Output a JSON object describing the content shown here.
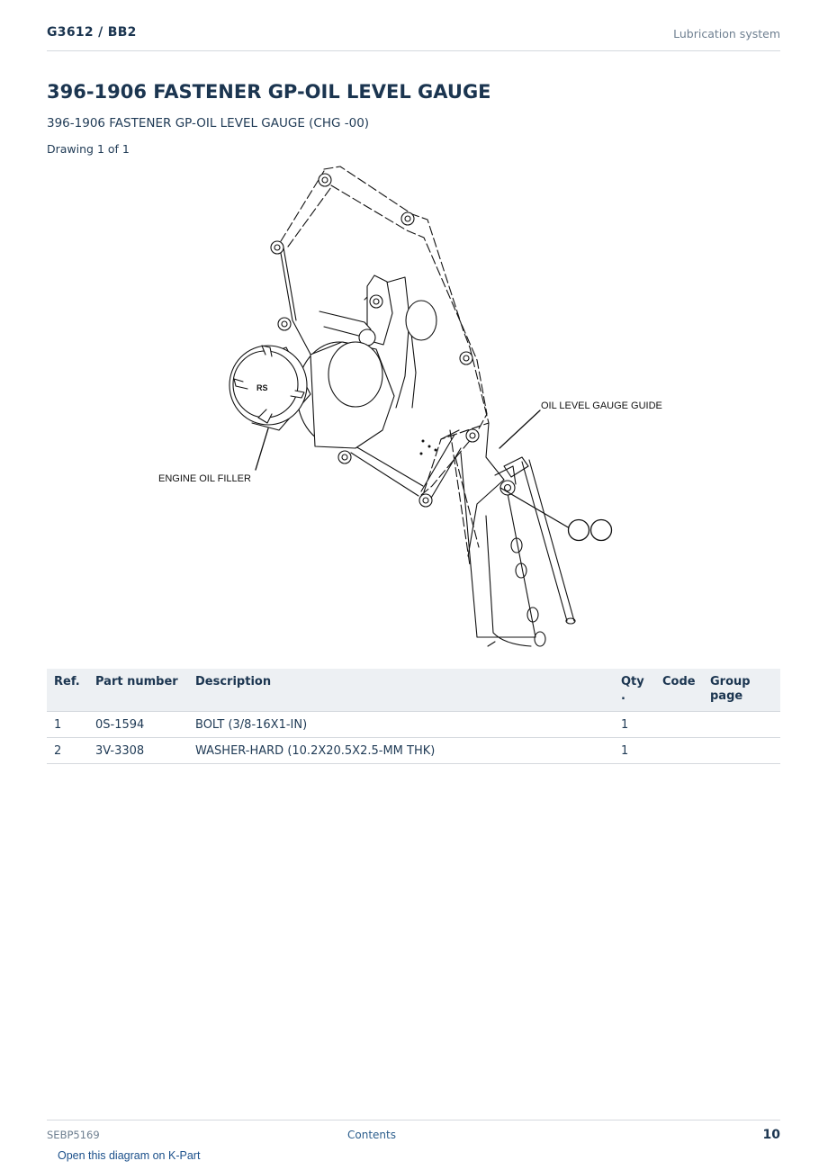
{
  "header": {
    "model": "G3612  /  BB2",
    "section": "Lubrication system"
  },
  "title": "396-1906 FASTENER GP-OIL LEVEL GAUGE",
  "subtitle": "396-1906 FASTENER GP-OIL LEVEL GAUGE (CHG -00)",
  "drawing_count": "Drawing 1 of 1",
  "diagram": {
    "label_gauge_guide": "OIL LEVEL GAUGE GUIDE",
    "label_oil_filler": "ENGINE OIL FILLER",
    "filler_cap_text": "RS"
  },
  "table": {
    "headers": {
      "ref": "Ref.",
      "part_number": "Part number",
      "description": "Description",
      "qty": "Qty\n.",
      "code": "Code",
      "group_page": "Group\npage"
    },
    "rows": [
      {
        "ref": "1",
        "part_number": "0S-1594",
        "description": "BOLT (3/8-16X1-IN)",
        "qty": "1",
        "code": "",
        "group_page": ""
      },
      {
        "ref": "2",
        "part_number": "3V-3308",
        "description": "WASHER-HARD (10.2X20.5X2.5-MM THK)",
        "qty": "1",
        "code": "",
        "group_page": ""
      }
    ]
  },
  "footer": {
    "doc_id": "SEBP5169",
    "contents_link": "Contents",
    "page_number": "10",
    "kpart_link": "Open this diagram on K-Part"
  }
}
